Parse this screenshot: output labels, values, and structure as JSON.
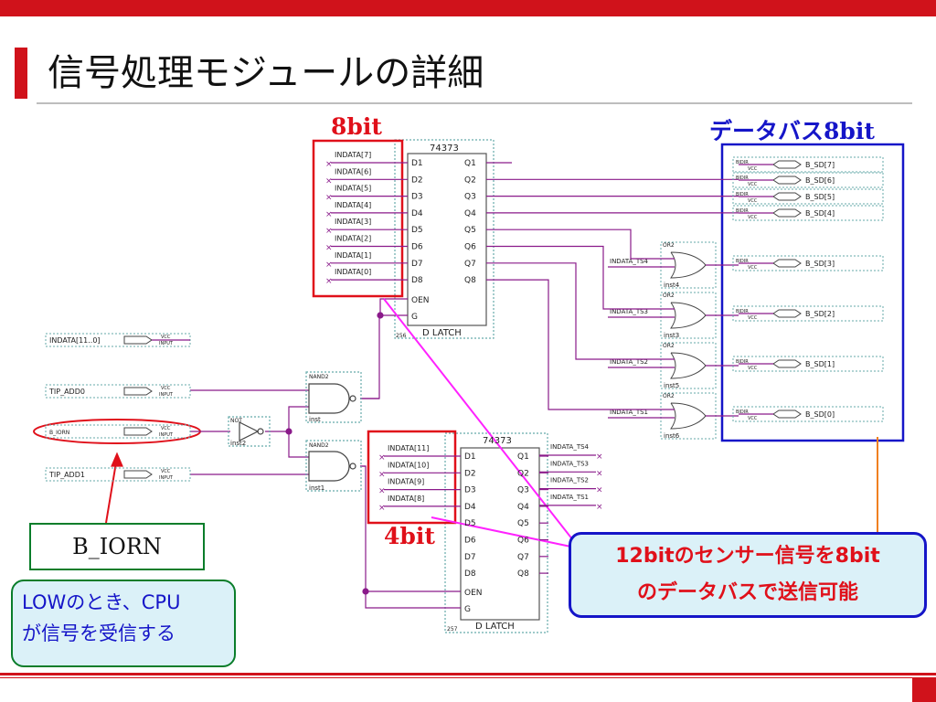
{
  "slide": {
    "title": "信号処理モジュールの詳細",
    "label_8bit": "8bit",
    "label_4bit": "4bit",
    "label_databus": "データバス8bit",
    "biorn_note": "B_IORN",
    "low_note_line1": "LOWのとき、CPU",
    "low_note_line2": "が信号を受信する",
    "callout_line1": "12bitのセンサー信号を8bit",
    "callout_line2": "のデータバスで送信可能"
  },
  "schematic": {
    "latch_upper": {
      "part": "74373",
      "name": "D LATCH",
      "inst": "256",
      "inputs": [
        "INDATA[7]",
        "INDATA[6]",
        "INDATA[5]",
        "INDATA[4]",
        "INDATA[3]",
        "INDATA[2]",
        "INDATA[1]",
        "INDATA[0]"
      ],
      "d_pins": [
        "D1",
        "D2",
        "D3",
        "D4",
        "D5",
        "D6",
        "D7",
        "D8"
      ],
      "q_pins": [
        "Q1",
        "Q2",
        "Q3",
        "Q4",
        "Q5",
        "Q6",
        "Q7",
        "Q8"
      ],
      "oen": "OEN",
      "g": "G"
    },
    "latch_lower": {
      "part": "74373",
      "name": "D LATCH",
      "inst": "257",
      "inputs": [
        "INDATA[11]",
        "INDATA[10]",
        "INDATA[9]",
        "INDATA[8]"
      ],
      "outputs": [
        "INDATA_TS4",
        "INDATA_TS3",
        "INDATA_TS2",
        "INDATA_TS1"
      ],
      "d_pins": [
        "D1",
        "D2",
        "D3",
        "D4",
        "D5",
        "D6",
        "D7",
        "D8"
      ],
      "q_pins": [
        "Q1",
        "Q2",
        "Q3",
        "Q4",
        "Q5",
        "Q6",
        "Q7",
        "Q8"
      ],
      "oen": "OEN",
      "g": "G"
    },
    "input_ports": [
      {
        "name": "INDATA[11..0]",
        "type": "VCC",
        "mode": "INPUT"
      },
      {
        "name": "TIP_ADD0",
        "type": "VCC",
        "mode": "INPUT"
      },
      {
        "name": "B_IORN",
        "type": "VCC",
        "mode": "INPUT"
      },
      {
        "name": "TIP_ADD1",
        "type": "VCC",
        "mode": "INPUT"
      }
    ],
    "gates": {
      "nand_a": {
        "type": "NAND2",
        "inst": "inst"
      },
      "nand_b": {
        "type": "NAND2",
        "inst": "inst1"
      },
      "not": {
        "type": "NOT",
        "inst": "inst2"
      },
      "or_gates": [
        {
          "type": "OR2",
          "input": "INDATA_TS4",
          "inst": "inst4"
        },
        {
          "type": "OR2",
          "input": "INDATA_TS3",
          "inst": "inst3"
        },
        {
          "type": "OR2",
          "input": "INDATA_TS2",
          "inst": "inst5"
        },
        {
          "type": "OR2",
          "input": "INDATA_TS1",
          "inst": "inst6"
        }
      ]
    },
    "bidir_ports": [
      "B_SD[7]",
      "B_SD[6]",
      "B_SD[5]",
      "B_SD[4]",
      "B_SD[3]",
      "B_SD[2]",
      "B_SD[1]",
      "B_SD[0]"
    ],
    "bidir_tag": "BIDIR",
    "vcc_tag": "VCC",
    "input_tag": "INPUT"
  },
  "colors": {
    "accent_red": "#d0121b",
    "wire": "#8a1a8a",
    "note_blue": "#1515c8",
    "note_green": "#0a7d2a",
    "pointer_magenta": "#ff22ff",
    "pointer_orange": "#f08020"
  }
}
